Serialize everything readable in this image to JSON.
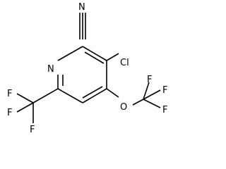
{
  "molecule": {
    "atoms": {
      "n_terminal": "N",
      "n_ring": "N",
      "cl": "Cl",
      "o": "O",
      "f_ocf3_1": "F",
      "f_ocf3_2": "F",
      "f_ocf3_3": "F",
      "f_cf3_1": "F",
      "f_cf3_2": "F",
      "f_cf3_3": "F"
    }
  }
}
